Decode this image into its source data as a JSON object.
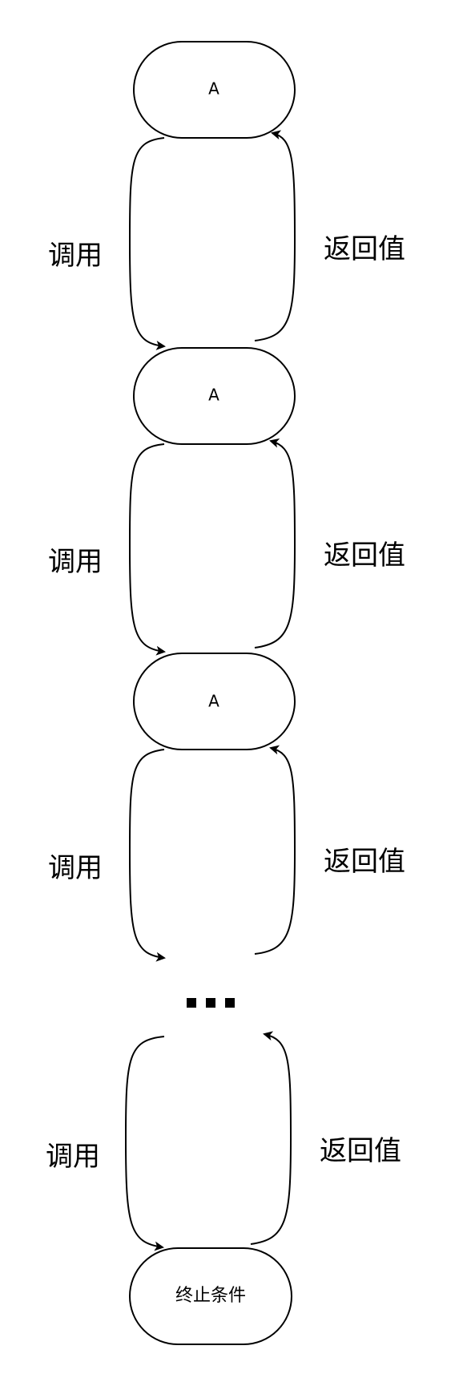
{
  "diagram": {
    "nodes": [
      {
        "label": "A"
      },
      {
        "label": "A"
      },
      {
        "label": "A"
      },
      {
        "label": "终止条件"
      }
    ],
    "call_label": "调用",
    "return_label": "返回值",
    "ellipsis": "..."
  }
}
